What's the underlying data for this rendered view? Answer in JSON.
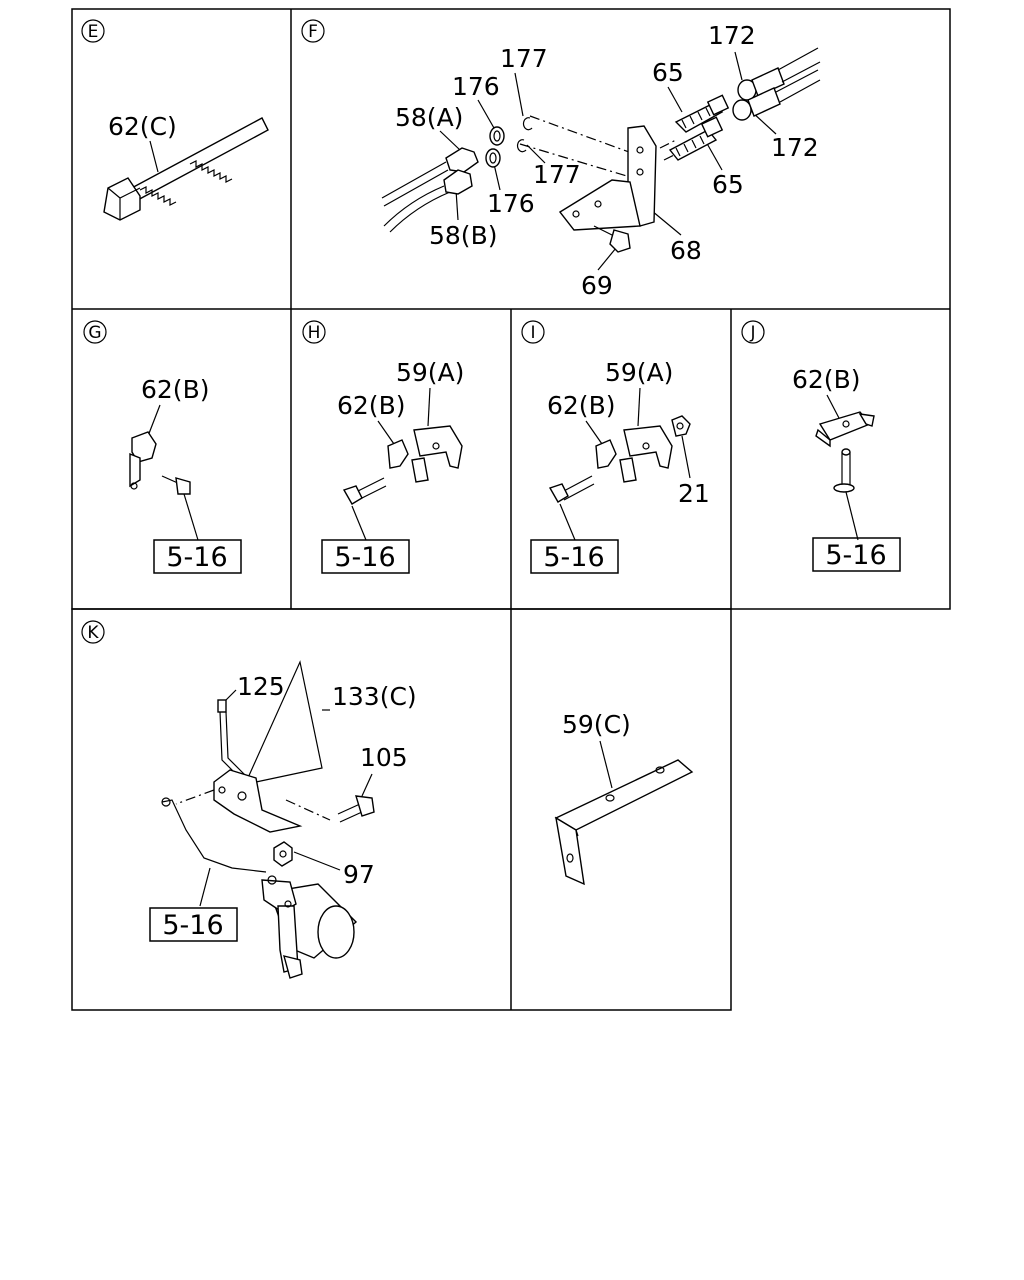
{
  "panels": {
    "E": {
      "marker": "E",
      "labels": {
        "p62c": "62(C)"
      }
    },
    "F": {
      "marker": "F",
      "labels": {
        "p177a": "177",
        "p176a": "176",
        "p58a": "58(A)",
        "p177b": "177",
        "p176b": "176",
        "p58b": "58(B)",
        "p65a": "65",
        "p65b": "65",
        "p172a": "172",
        "p172b": "172",
        "p68": "68",
        "p69": "69"
      }
    },
    "G": {
      "marker": "G",
      "labels": {
        "p62b": "62(B)"
      },
      "ref": "5-16"
    },
    "H": {
      "marker": "H",
      "labels": {
        "p59a": "59(A)",
        "p62b": "62(B)"
      },
      "ref": "5-16"
    },
    "I": {
      "marker": "I",
      "labels": {
        "p59a": "59(A)",
        "p62b": "62(B)",
        "p21": "21"
      },
      "ref": "5-16"
    },
    "J": {
      "marker": "J",
      "labels": {
        "p62b": "62(B)"
      },
      "ref": "5-16"
    },
    "K": {
      "marker": "K",
      "labels": {
        "p125": "125",
        "p133c": "133(C)",
        "p105": "105",
        "p97": "97"
      },
      "ref": "5-16"
    },
    "L": {
      "labels": {
        "p59c": "59(C)"
      }
    }
  }
}
